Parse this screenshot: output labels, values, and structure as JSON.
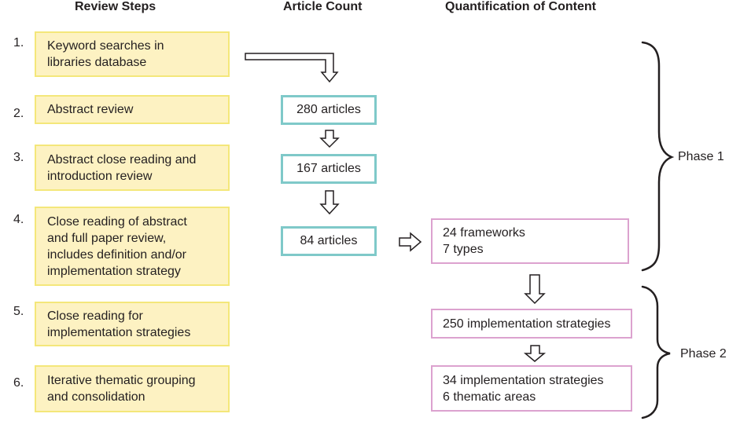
{
  "headers": {
    "review_steps": "Review Steps",
    "article_count": "Article Count",
    "quantification": "Quantification of Content"
  },
  "steps": [
    {
      "number": "1.",
      "text": "Keyword searches in\nlibraries database"
    },
    {
      "number": "2.",
      "text": "Abstract review"
    },
    {
      "number": "3.",
      "text": "Abstract close reading and\nintroduction review"
    },
    {
      "number": "4.",
      "text": "Close reading of abstract\nand full paper review,\nincludes definition and/or\nimplementation strategy"
    },
    {
      "number": "5.",
      "text": "Close reading for\nimplementation strategies"
    },
    {
      "number": "6.",
      "text": "Iterative thematic grouping\nand consolidation"
    }
  ],
  "article_counts": [
    "280 articles",
    "167 articles",
    "84 articles"
  ],
  "quantification": [
    "24 frameworks\n7 types",
    "250 implementation strategies",
    "34 implementation strategies\n6 thematic areas"
  ],
  "phases": {
    "phase1": "Phase 1",
    "phase2": "Phase 2"
  },
  "colors": {
    "step_fill": "#fdf2c2",
    "step_border": "#f4e77a",
    "count_border": "#7fc9c9",
    "content_border": "#dca2cf"
  }
}
